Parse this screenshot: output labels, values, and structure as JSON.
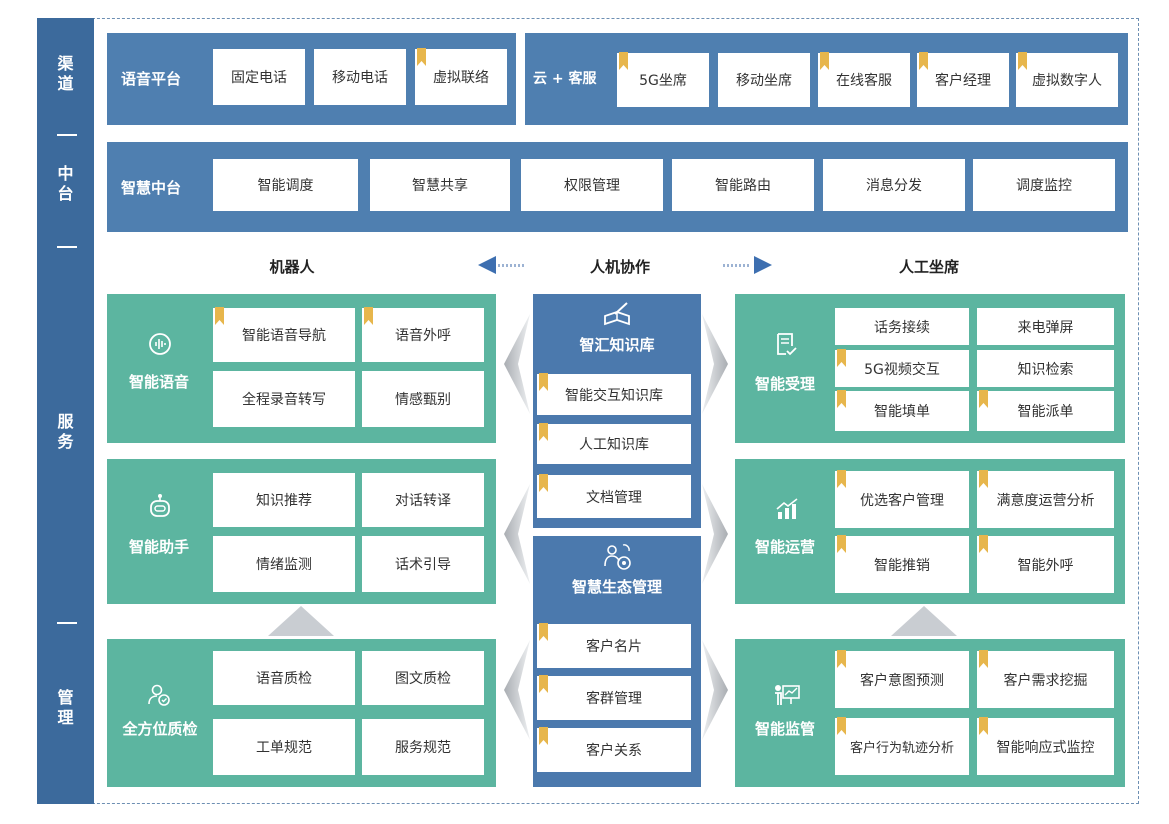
{
  "sidebar": {
    "channel": [
      "渠",
      "道"
    ],
    "middle": [
      "中",
      "台"
    ],
    "service": [
      "服",
      "务"
    ],
    "manage": [
      "管",
      "理"
    ]
  },
  "channel": {
    "voice_title": "语音平台",
    "voice_items": [
      {
        "label": "固定电话",
        "flag": false
      },
      {
        "label": "移动电话",
        "flag": false
      },
      {
        "label": "虚拟联络",
        "flag": true
      }
    ],
    "cloud_title": "云 + 客服",
    "cloud_items": [
      {
        "label": "5G坐席",
        "flag": true
      },
      {
        "label": "移动坐席",
        "flag": false
      },
      {
        "label": "在线客服",
        "flag": true
      },
      {
        "label": "客户经理",
        "flag": true
      },
      {
        "label": "虚拟数字人",
        "flag": true
      }
    ]
  },
  "middle": {
    "title": "智慧中台",
    "items": [
      "智能调度",
      "智慧共享",
      "权限管理",
      "智能路由",
      "消息分发",
      "调度监控"
    ]
  },
  "headings": {
    "robot": "机器人",
    "collab": "人机协作",
    "human": "人工坐席"
  },
  "robot": {
    "voice": {
      "title": "智能语音",
      "icon": "sound-wave-icon",
      "items": [
        {
          "label": "智能语音导航",
          "flag": true
        },
        {
          "label": "语音外呼",
          "flag": true
        },
        {
          "label": "全程录音转写",
          "flag": false
        },
        {
          "label": "情感甄别",
          "flag": false
        }
      ]
    },
    "assistant": {
      "title": "智能助手",
      "icon": "robot-icon",
      "items": [
        {
          "label": "知识推荐",
          "flag": false
        },
        {
          "label": "对话转译",
          "flag": false
        },
        {
          "label": "情绪监测",
          "flag": false
        },
        {
          "label": "话术引导",
          "flag": false
        }
      ]
    },
    "quality": {
      "title": "全方位质检",
      "icon": "user-shield-icon",
      "items": [
        {
          "label": "语音质检",
          "flag": false
        },
        {
          "label": "图文质检",
          "flag": false
        },
        {
          "label": "工单规范",
          "flag": false
        },
        {
          "label": "服务规范",
          "flag": false
        }
      ]
    }
  },
  "center": {
    "kb": {
      "title": "智汇知识库",
      "icon": "book-pen-icon",
      "items": [
        {
          "label": "智能交互知识库",
          "flag": true
        },
        {
          "label": "人工知识库",
          "flag": true
        },
        {
          "label": "文档管理",
          "flag": true
        }
      ]
    },
    "eco": {
      "title": "智慧生态管理",
      "icon": "people-network-icon",
      "items": [
        {
          "label": "客户名片",
          "flag": true
        },
        {
          "label": "客群管理",
          "flag": true
        },
        {
          "label": "客户关系",
          "flag": true
        }
      ]
    }
  },
  "human": {
    "accept": {
      "title": "智能受理",
      "icon": "document-check-icon",
      "items": [
        {
          "label": "话务接续",
          "flag": false
        },
        {
          "label": "来电弹屏",
          "flag": false
        },
        {
          "label": "5G视频交互",
          "flag": true
        },
        {
          "label": "知识检索",
          "flag": false
        },
        {
          "label": "智能填单",
          "flag": true
        },
        {
          "label": "智能派单",
          "flag": true
        }
      ]
    },
    "ops": {
      "title": "智能运营",
      "icon": "bar-chart-icon",
      "items": [
        {
          "label": "优选客户管理",
          "flag": true
        },
        {
          "label": "满意度运营分析",
          "flag": true
        },
        {
          "label": "智能推销",
          "flag": true
        },
        {
          "label": "智能外呼",
          "flag": true
        }
      ]
    },
    "monitor": {
      "title": "智能监管",
      "icon": "presenter-chart-icon",
      "items": [
        {
          "label": "客户意图预测",
          "flag": true
        },
        {
          "label": "客户需求挖掘",
          "flag": true
        },
        {
          "label": "客户行为轨迹分析",
          "flag": true
        },
        {
          "label": "智能响应式监控",
          "flag": true
        }
      ]
    }
  },
  "colors": {
    "sidebar": "#3c6a9c",
    "blue_panel": "#4f7fb0",
    "green_panel": "#5cb5a0",
    "flag": "#e7b64c",
    "arrow": "#3d6fb0"
  }
}
